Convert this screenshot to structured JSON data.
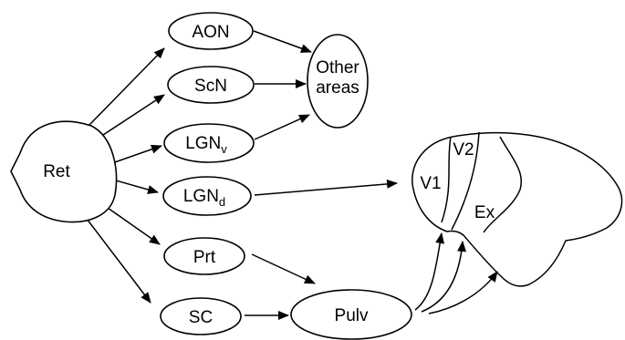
{
  "nodes": {
    "ret": {
      "label": "Ret"
    },
    "aon": {
      "label": "AON"
    },
    "scn": {
      "label": "ScN"
    },
    "lgnv": {
      "label": "LGN",
      "sub": "v"
    },
    "lgnd": {
      "label": "LGN",
      "sub": "d"
    },
    "prt": {
      "label": "Prt"
    },
    "sc": {
      "label": "SC"
    },
    "other": {
      "line1": "Other",
      "line2": "areas"
    },
    "pulv": {
      "label": "Pulv"
    }
  },
  "brain": {
    "v1": "V1",
    "v2": "V2",
    "ex": "Ex"
  }
}
